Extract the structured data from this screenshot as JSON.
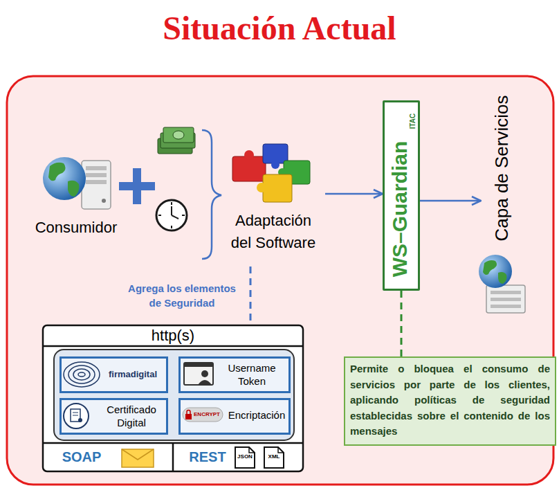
{
  "diagram": {
    "title": "Situación Actual",
    "nodes": [
      {
        "text": [
          "Consumidor"
        ]
      },
      {
        "text": [
          "Adaptación del Software"
        ]
      },
      {
        "text": [
          "ITAC",
          "WS–Guardian"
        ]
      },
      {
        "text": [
          "Capa de Servicios"
        ]
      },
      {
        "text": [
          "Permite o bloquea el consumo de servicios por parte de los clientes, aplicando políticas de seguridad establecidas sobre el contenido de los mensajes"
        ]
      },
      {
        "text": [
          "http(s)"
        ]
      },
      {
        "text": [
          "firmadigital"
        ],
        "in": 5
      },
      {
        "text": [
          "Username Token"
        ],
        "in": 5
      },
      {
        "text": [
          "Certificado Digital"
        ],
        "in": 5
      },
      {
        "text": [
          "ENCRYPT",
          "Encriptación"
        ],
        "in": 5
      },
      {
        "text": [
          "SOAP"
        ],
        "in": 5
      },
      {
        "text": [
          "REST",
          "JSON",
          "XML"
        ],
        "in": 5
      }
    ],
    "edges": [
      {
        "from": 1,
        "to": 2,
        "arrow": "to"
      },
      {
        "from": 2,
        "to": 3,
        "arrow": "to"
      },
      {
        "from": 1,
        "to": 5,
        "label": "Agrega los elementos de Seguridad",
        "arrow": "none"
      },
      {
        "from": 2,
        "to": 4,
        "arrow": "none"
      }
    ]
  }
}
